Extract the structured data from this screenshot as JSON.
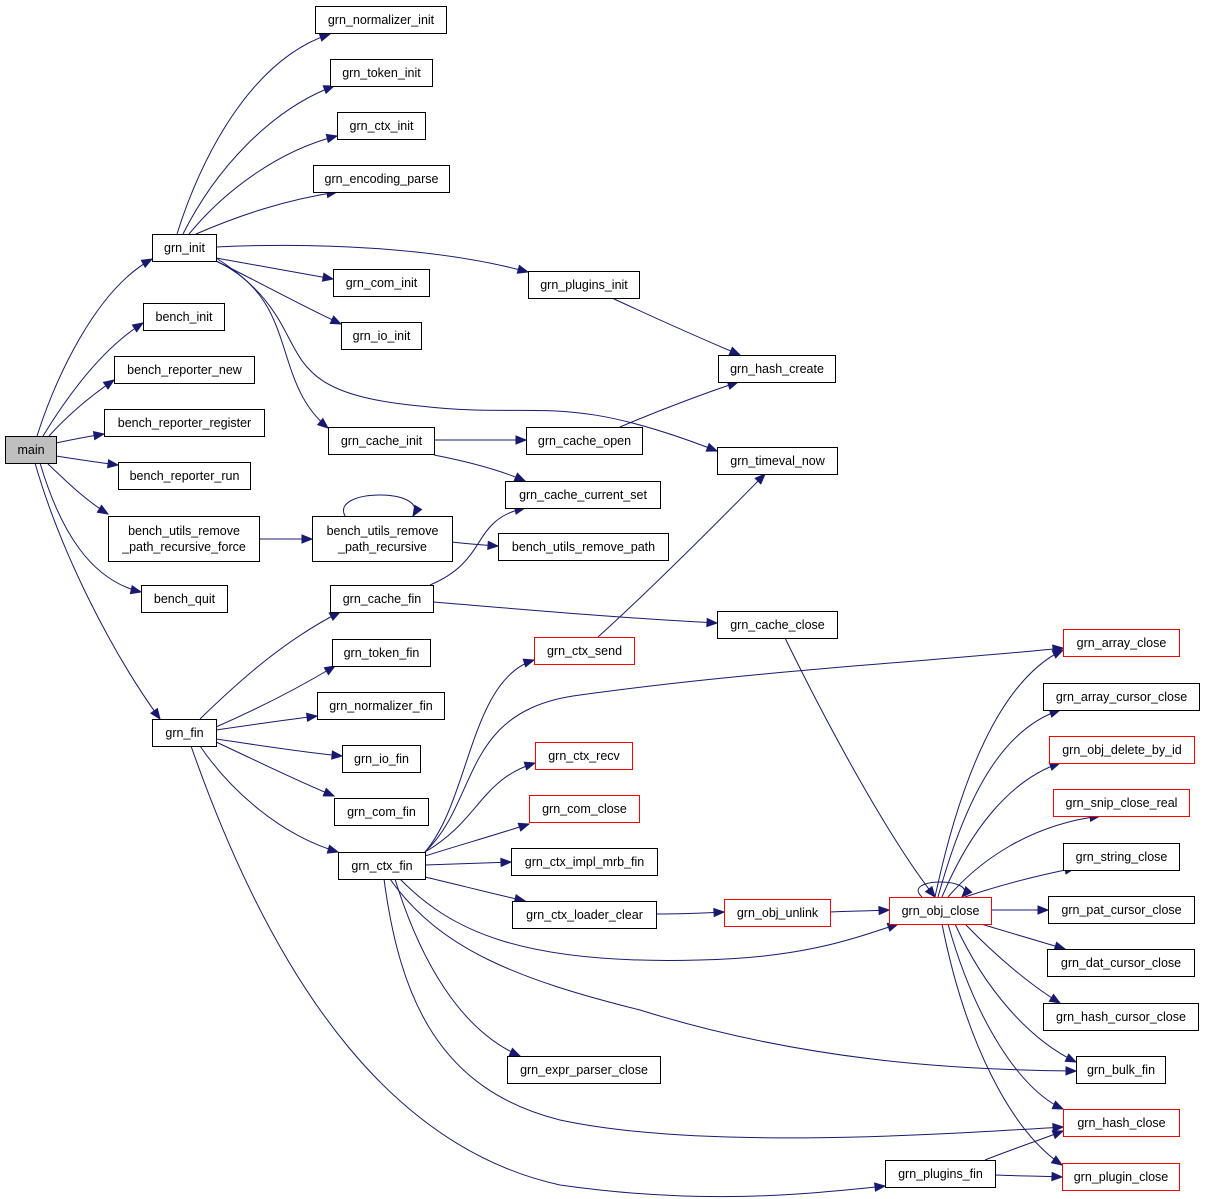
{
  "colors": {
    "edge": "#191970",
    "node_fill": "#ffffff",
    "node_border": "#000000",
    "node_border_truncated": "#ff0000",
    "root_fill": "#bfbfbf"
  },
  "nodes": [
    {
      "id": "main",
      "lines": [
        "main"
      ],
      "root": true
    },
    {
      "id": "grn_init",
      "lines": [
        "grn_init"
      ]
    },
    {
      "id": "bench_init",
      "lines": [
        "bench_init"
      ]
    },
    {
      "id": "bench_reporter_new",
      "lines": [
        "bench_reporter_new"
      ]
    },
    {
      "id": "bench_reporter_register",
      "lines": [
        "bench_reporter_register"
      ]
    },
    {
      "id": "bench_reporter_run",
      "lines": [
        "bench_reporter_run"
      ]
    },
    {
      "id": "bench_utils_remove_path_recursive_force",
      "lines": [
        "bench_utils_remove",
        "_path_recursive_force"
      ]
    },
    {
      "id": "bench_quit",
      "lines": [
        "bench_quit"
      ]
    },
    {
      "id": "grn_fin",
      "lines": [
        "grn_fin"
      ]
    },
    {
      "id": "grn_normalizer_init",
      "lines": [
        "grn_normalizer_init"
      ]
    },
    {
      "id": "grn_token_init",
      "lines": [
        "grn_token_init"
      ]
    },
    {
      "id": "grn_ctx_init",
      "lines": [
        "grn_ctx_init"
      ]
    },
    {
      "id": "grn_encoding_parse",
      "lines": [
        "grn_encoding_parse"
      ]
    },
    {
      "id": "grn_com_init",
      "lines": [
        "grn_com_init"
      ]
    },
    {
      "id": "grn_io_init",
      "lines": [
        "grn_io_init"
      ]
    },
    {
      "id": "grn_cache_init",
      "lines": [
        "grn_cache_init"
      ]
    },
    {
      "id": "grn_plugins_init",
      "lines": [
        "grn_plugins_init"
      ]
    },
    {
      "id": "grn_hash_create",
      "lines": [
        "grn_hash_create"
      ]
    },
    {
      "id": "grn_cache_open",
      "lines": [
        "grn_cache_open"
      ]
    },
    {
      "id": "grn_timeval_now",
      "lines": [
        "grn_timeval_now"
      ]
    },
    {
      "id": "grn_cache_current_set",
      "lines": [
        "grn_cache_current_set"
      ]
    },
    {
      "id": "bench_utils_remove_path_recursive",
      "lines": [
        "bench_utils_remove",
        "_path_recursive"
      ]
    },
    {
      "id": "bench_utils_remove_path",
      "lines": [
        "bench_utils_remove_path"
      ]
    },
    {
      "id": "grn_cache_fin",
      "lines": [
        "grn_cache_fin"
      ]
    },
    {
      "id": "grn_cache_close",
      "lines": [
        "grn_cache_close"
      ]
    },
    {
      "id": "grn_token_fin",
      "lines": [
        "grn_token_fin"
      ]
    },
    {
      "id": "grn_normalizer_fin",
      "lines": [
        "grn_normalizer_fin"
      ]
    },
    {
      "id": "grn_io_fin",
      "lines": [
        "grn_io_fin"
      ]
    },
    {
      "id": "grn_com_fin",
      "lines": [
        "grn_com_fin"
      ]
    },
    {
      "id": "grn_ctx_fin",
      "lines": [
        "grn_ctx_fin"
      ]
    },
    {
      "id": "grn_ctx_send",
      "lines": [
        "grn_ctx_send"
      ],
      "truncated": true
    },
    {
      "id": "grn_ctx_recv",
      "lines": [
        "grn_ctx_recv"
      ],
      "truncated": true
    },
    {
      "id": "grn_com_close",
      "lines": [
        "grn_com_close"
      ],
      "truncated": true
    },
    {
      "id": "grn_ctx_impl_mrb_fin",
      "lines": [
        "grn_ctx_impl_mrb_fin"
      ]
    },
    {
      "id": "grn_ctx_loader_clear",
      "lines": [
        "grn_ctx_loader_clear"
      ]
    },
    {
      "id": "grn_obj_unlink",
      "lines": [
        "grn_obj_unlink"
      ],
      "truncated": true
    },
    {
      "id": "grn_obj_close",
      "lines": [
        "grn_obj_close"
      ],
      "truncated": true
    },
    {
      "id": "grn_expr_parser_close",
      "lines": [
        "grn_expr_parser_close"
      ]
    },
    {
      "id": "grn_plugins_fin",
      "lines": [
        "grn_plugins_fin"
      ]
    },
    {
      "id": "grn_array_close",
      "lines": [
        "grn_array_close"
      ],
      "truncated": true
    },
    {
      "id": "grn_array_cursor_close",
      "lines": [
        "grn_array_cursor_close"
      ]
    },
    {
      "id": "grn_obj_delete_by_id",
      "lines": [
        "grn_obj_delete_by_id"
      ],
      "truncated": true
    },
    {
      "id": "grn_snip_close_real",
      "lines": [
        "grn_snip_close_real"
      ],
      "truncated": true
    },
    {
      "id": "grn_string_close",
      "lines": [
        "grn_string_close"
      ]
    },
    {
      "id": "grn_pat_cursor_close",
      "lines": [
        "grn_pat_cursor_close"
      ]
    },
    {
      "id": "grn_dat_cursor_close",
      "lines": [
        "grn_dat_cursor_close"
      ]
    },
    {
      "id": "grn_hash_cursor_close",
      "lines": [
        "grn_hash_cursor_close"
      ]
    },
    {
      "id": "grn_bulk_fin",
      "lines": [
        "grn_bulk_fin"
      ]
    },
    {
      "id": "grn_hash_close",
      "lines": [
        "grn_hash_close"
      ],
      "truncated": true
    },
    {
      "id": "grn_plugin_close",
      "lines": [
        "grn_plugin_close"
      ],
      "truncated": true
    }
  ],
  "edges": [
    [
      "main",
      "grn_init"
    ],
    [
      "main",
      "bench_init"
    ],
    [
      "main",
      "bench_reporter_new"
    ],
    [
      "main",
      "bench_reporter_register"
    ],
    [
      "main",
      "bench_reporter_run"
    ],
    [
      "main",
      "bench_utils_remove_path_recursive_force"
    ],
    [
      "main",
      "bench_quit"
    ],
    [
      "main",
      "grn_fin"
    ],
    [
      "grn_init",
      "grn_normalizer_init"
    ],
    [
      "grn_init",
      "grn_token_init"
    ],
    [
      "grn_init",
      "grn_ctx_init"
    ],
    [
      "grn_init",
      "grn_encoding_parse"
    ],
    [
      "grn_init",
      "grn_com_init"
    ],
    [
      "grn_init",
      "grn_io_init"
    ],
    [
      "grn_init",
      "grn_cache_init"
    ],
    [
      "grn_init",
      "grn_plugins_init"
    ],
    [
      "grn_init",
      "grn_timeval_now"
    ],
    [
      "grn_plugins_init",
      "grn_hash_create"
    ],
    [
      "grn_cache_init",
      "grn_cache_open"
    ],
    [
      "grn_cache_init",
      "grn_cache_current_set"
    ],
    [
      "grn_cache_open",
      "grn_hash_create"
    ],
    [
      "bench_utils_remove_path_recursive_force",
      "bench_utils_remove_path_recursive"
    ],
    [
      "bench_utils_remove_path_recursive",
      "bench_utils_remove_path_recursive"
    ],
    [
      "bench_utils_remove_path_recursive",
      "bench_utils_remove_path"
    ],
    [
      "grn_fin",
      "grn_cache_fin"
    ],
    [
      "grn_fin",
      "grn_token_fin"
    ],
    [
      "grn_fin",
      "grn_normalizer_fin"
    ],
    [
      "grn_fin",
      "grn_io_fin"
    ],
    [
      "grn_fin",
      "grn_com_fin"
    ],
    [
      "grn_fin",
      "grn_ctx_fin"
    ],
    [
      "grn_fin",
      "grn_plugins_fin"
    ],
    [
      "grn_cache_fin",
      "grn_cache_current_set"
    ],
    [
      "grn_cache_fin",
      "grn_cache_close"
    ],
    [
      "grn_cache_close",
      "grn_obj_close"
    ],
    [
      "grn_ctx_send",
      "grn_timeval_now"
    ],
    [
      "grn_ctx_fin",
      "grn_ctx_send"
    ],
    [
      "grn_ctx_fin",
      "grn_array_close"
    ],
    [
      "grn_ctx_fin",
      "grn_ctx_recv"
    ],
    [
      "grn_ctx_fin",
      "grn_com_close"
    ],
    [
      "grn_ctx_fin",
      "grn_ctx_impl_mrb_fin"
    ],
    [
      "grn_ctx_fin",
      "grn_ctx_loader_clear"
    ],
    [
      "grn_ctx_fin",
      "grn_obj_close"
    ],
    [
      "grn_ctx_fin",
      "grn_expr_parser_close"
    ],
    [
      "grn_ctx_fin",
      "grn_bulk_fin"
    ],
    [
      "grn_ctx_fin",
      "grn_hash_close"
    ],
    [
      "grn_ctx_loader_clear",
      "grn_obj_unlink"
    ],
    [
      "grn_obj_unlink",
      "grn_obj_close"
    ],
    [
      "grn_obj_close",
      "grn_obj_close"
    ],
    [
      "grn_obj_close",
      "grn_array_close"
    ],
    [
      "grn_obj_close",
      "grn_array_cursor_close"
    ],
    [
      "grn_obj_close",
      "grn_obj_delete_by_id"
    ],
    [
      "grn_obj_close",
      "grn_snip_close_real"
    ],
    [
      "grn_obj_close",
      "grn_string_close"
    ],
    [
      "grn_obj_close",
      "grn_pat_cursor_close"
    ],
    [
      "grn_obj_close",
      "grn_dat_cursor_close"
    ],
    [
      "grn_obj_close",
      "grn_hash_cursor_close"
    ],
    [
      "grn_obj_close",
      "grn_bulk_fin"
    ],
    [
      "grn_obj_close",
      "grn_hash_close"
    ],
    [
      "grn_obj_close",
      "grn_plugin_close"
    ],
    [
      "grn_plugins_fin",
      "grn_hash_close"
    ],
    [
      "grn_plugins_fin",
      "grn_plugin_close"
    ]
  ]
}
